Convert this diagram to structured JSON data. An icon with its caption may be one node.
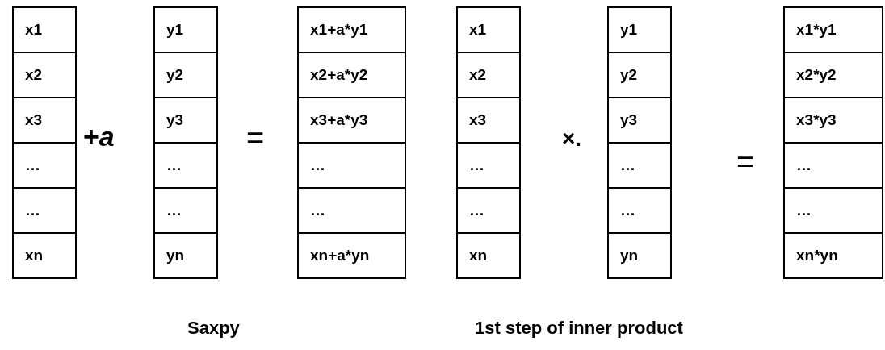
{
  "diagram": {
    "nodes": [
      {
        "text": [
          "x1"
        ]
      },
      {
        "text": [
          "x2"
        ]
      },
      {
        "text": [
          "x3"
        ]
      },
      {
        "text": [
          "…"
        ]
      },
      {
        "text": [
          "…"
        ]
      },
      {
        "text": [
          "xn"
        ]
      },
      {
        "text": [
          "y1"
        ]
      },
      {
        "text": [
          "y2"
        ]
      },
      {
        "text": [
          "y3"
        ]
      },
      {
        "text": [
          "…"
        ]
      },
      {
        "text": [
          "…"
        ]
      },
      {
        "text": [
          "yn"
        ]
      },
      {
        "text": [
          "x1+a*y1"
        ]
      },
      {
        "text": [
          "x2+a*y2"
        ]
      },
      {
        "text": [
          "x3+a*y3"
        ]
      },
      {
        "text": [
          "…"
        ]
      },
      {
        "text": [
          "…"
        ]
      },
      {
        "text": [
          "xn+a*yn"
        ]
      },
      {
        "text": [
          "x1"
        ]
      },
      {
        "text": [
          "x2"
        ]
      },
      {
        "text": [
          "x3"
        ]
      },
      {
        "text": [
          "…"
        ]
      },
      {
        "text": [
          "…"
        ]
      },
      {
        "text": [
          "xn"
        ]
      },
      {
        "text": [
          "y1"
        ]
      },
      {
        "text": [
          "y2"
        ]
      },
      {
        "text": [
          "y3"
        ]
      },
      {
        "text": [
          "…"
        ]
      },
      {
        "text": [
          "…"
        ]
      },
      {
        "text": [
          "yn"
        ]
      },
      {
        "text": [
          "x1*y1"
        ]
      },
      {
        "text": [
          "x2*y2"
        ]
      },
      {
        "text": [
          "x3*y3"
        ]
      },
      {
        "text": [
          "…"
        ]
      },
      {
        "text": [
          "…"
        ]
      },
      {
        "text": [
          "xn*yn"
        ]
      }
    ],
    "labels": [
      "+*a*",
      "=",
      "×.",
      "=",
      "Saxpy",
      "1st step of inner product"
    ]
  }
}
